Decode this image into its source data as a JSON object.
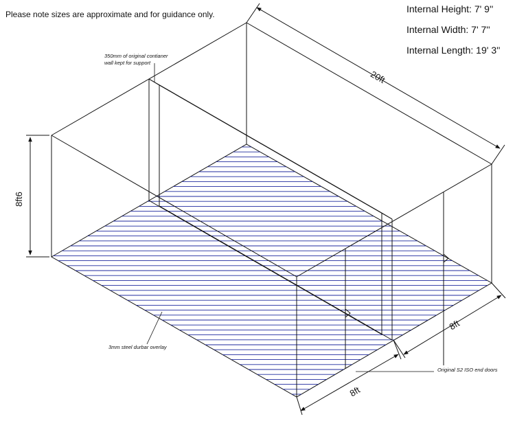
{
  "note": "Please note sizes are approximate and for guidance only.",
  "specs": {
    "height": "Internal Height: 7' 9''",
    "width": "Internal Width: 7' 7''",
    "length": "Internal Length: 19' 3''"
  },
  "annotations": {
    "wall_line1": "350mm of original contianer",
    "wall_line2": "wall kept for support",
    "floor": "3mm steel durbar overlay",
    "doors": "Original S2 ISO end doors"
  },
  "dimensions": {
    "length": "20ft",
    "height": "8ft6",
    "width_right": "8ft",
    "width_front": "8ft"
  },
  "colors": {
    "line": "#111111",
    "durbar_stripe": "#1f2a9e"
  }
}
